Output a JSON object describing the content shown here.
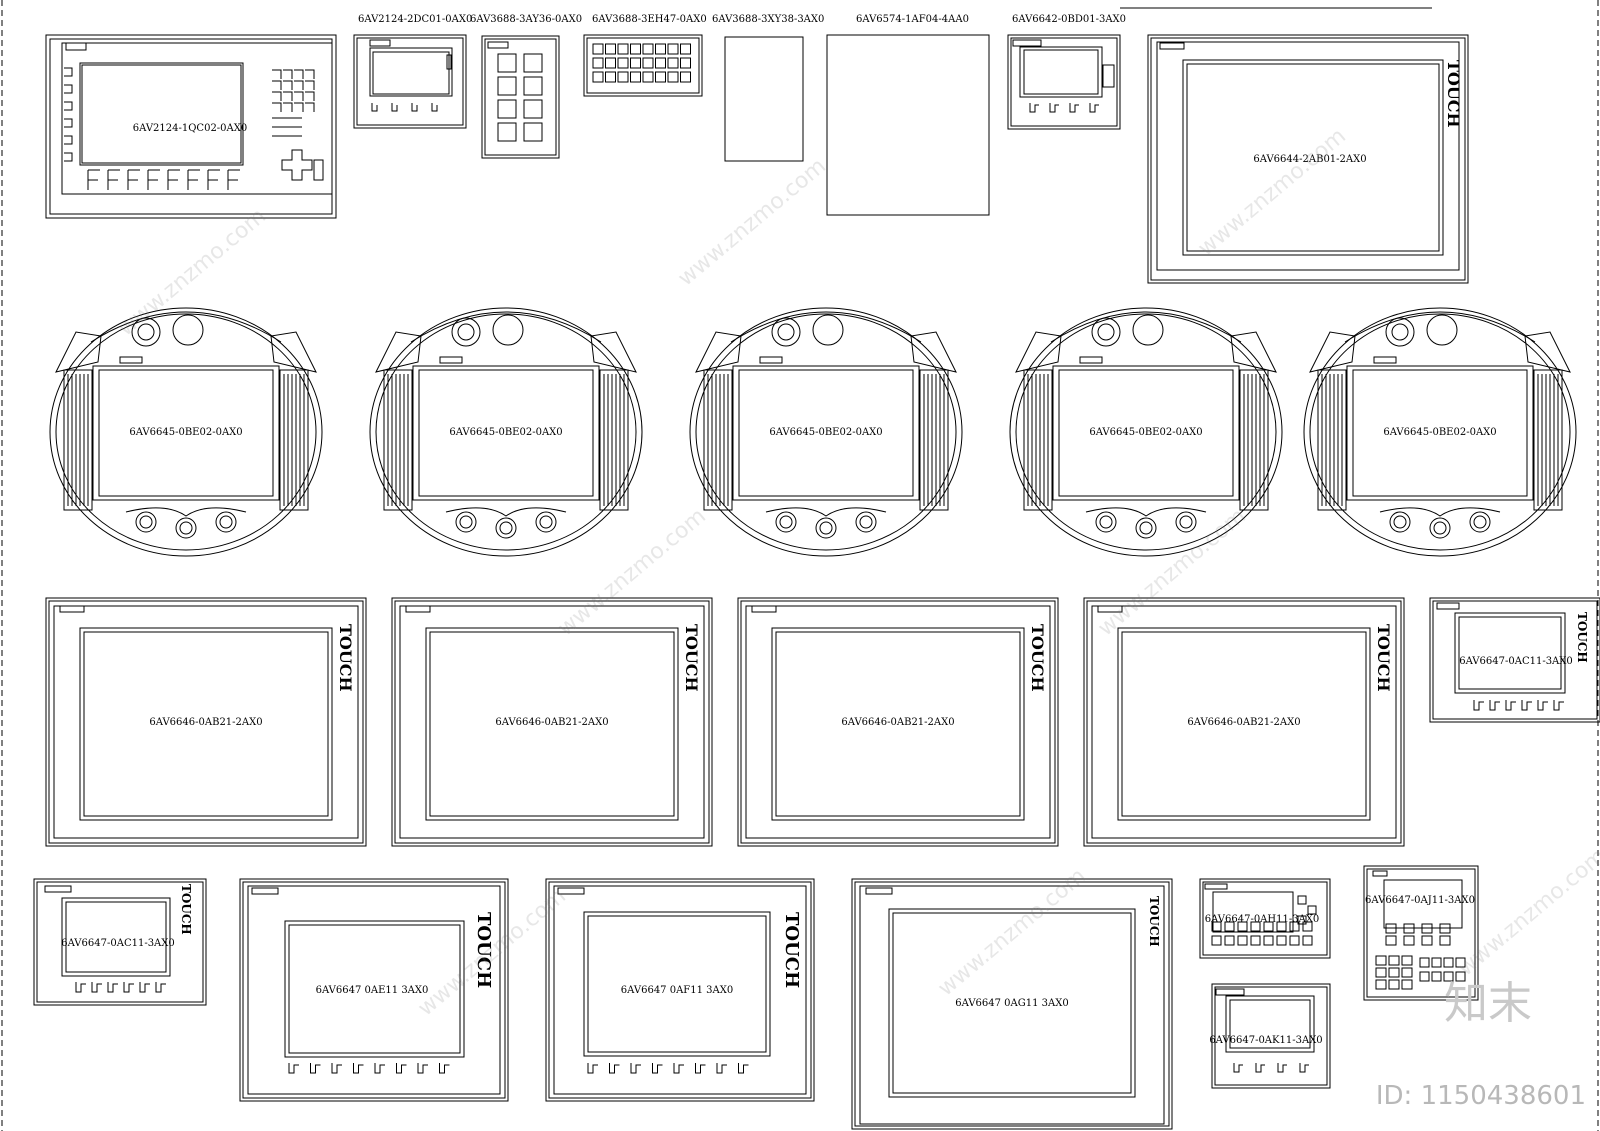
{
  "top_labels": [
    "6AV2124-2DC01-0AX0",
    "6AV3688-3AY36-0AX0",
    "6AV3688-3EH47-0AX0",
    "6AV3688-3XY38-3AX0",
    "6AV6574-1AF04-4AA0",
    "6AV6642-0BD01-3AX0"
  ],
  "panels": {
    "p_keypanel": "6AV2124-1QC02-0AX0",
    "p_touch_top": "6AV6644-2AB01-2AX0",
    "p_mobile": "6AV6645-0BE02-0AX0",
    "p_mid": "6AV6646-0AB21-2AX0",
    "p_small_right": "6AV6647-0AC11-3AX0",
    "p_small_left": "6AV6647-0AC11-3AX0",
    "p_ae": "6AV6647 0AE11 3AX0",
    "p_af": "6AV6647 0AF11 3AX0",
    "p_ag": "6AV6647 0AG11 3AX0",
    "p_ah": "6AV6647-0AH11-3AX0",
    "p_aj": "6AV6647-0AJ11-3AX0",
    "p_ak": "6AV6647-0AK11-3AX0"
  },
  "touch_text": "TOUCH",
  "watermark": "www.znzmo.com",
  "brand": "知末",
  "id_text": "ID: 1150438601"
}
